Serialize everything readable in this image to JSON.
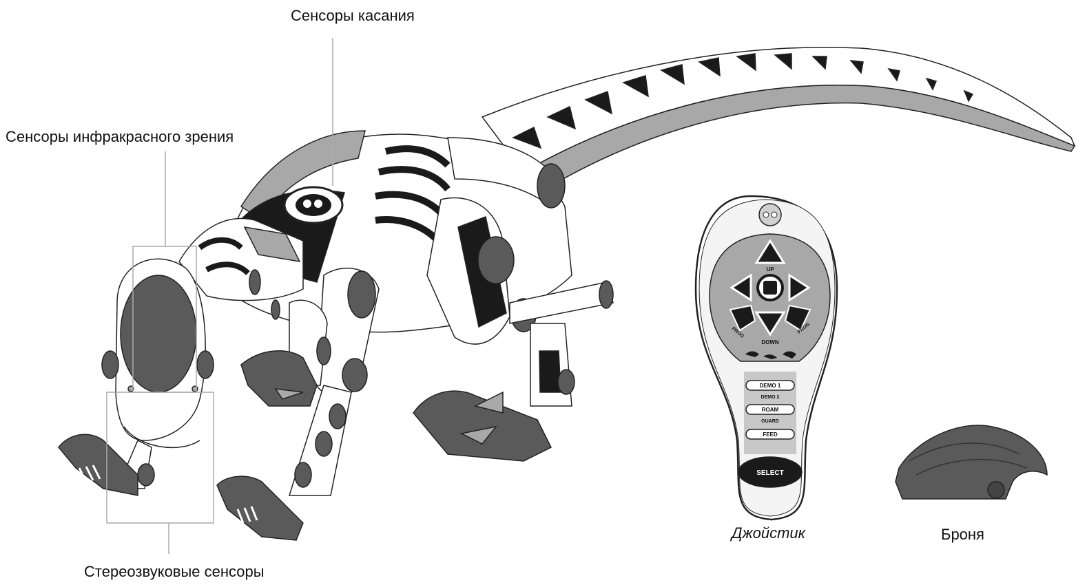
{
  "labels": {
    "touch_sensors": "Сенсоры касания",
    "infrared_sensors": "Сенсоры инфракрасного зрения",
    "stereo_sound_sensors": "Стереозвуковые сенсоры",
    "joystick": "Джойстик",
    "armor": "Броня"
  },
  "remote": {
    "up": "UP",
    "down": "DOWN",
    "prog_left": "PROG",
    "prog_right": "PROG",
    "demo1": "DEMO 1",
    "demo2": "DEMO 2",
    "roam": "ROAM",
    "guard": "GUARD",
    "feed": "FEED",
    "select": "SELECT"
  },
  "colors": {
    "dark": "#1a1a1a",
    "mid_gray": "#5a5a5a",
    "light_gray": "#a8a8a8",
    "line": "#222222"
  }
}
